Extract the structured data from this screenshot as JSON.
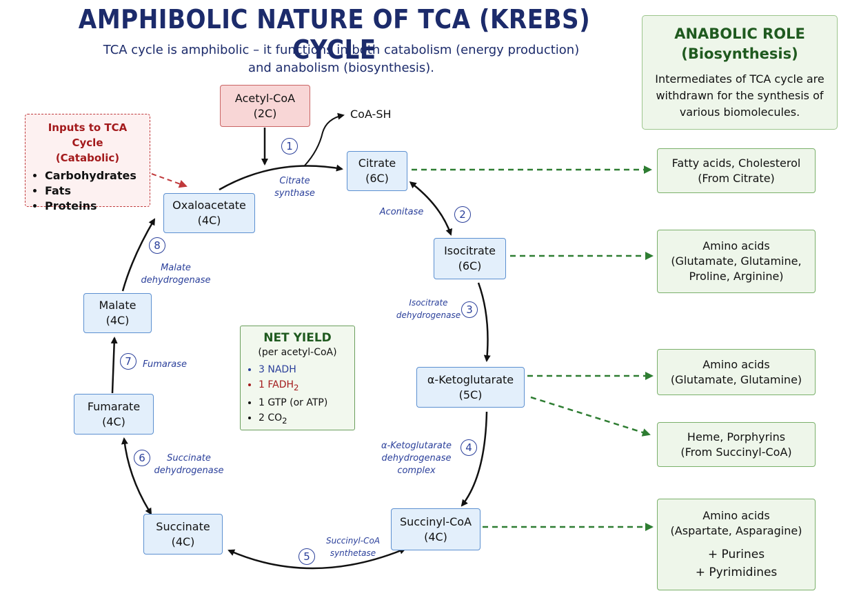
{
  "header": {
    "title": "AMPHIBOLIC NATURE OF TCA (KREBS) CYCLE",
    "subtitle_line1": "TCA cycle is amphibolic – it functions in both catabolism (energy production)",
    "subtitle_line2": "and anabolism (biosynthesis)."
  },
  "anabolic_role": {
    "title_line1": "ANABOLIC ROLE",
    "title_line2": "(Biosynthesis)",
    "text_line1": "Intermediates of TCA cycle are",
    "text_line2": "withdrawn for the synthesis of",
    "text_line3": "various biomolecules."
  },
  "inputs": {
    "title_line1": "Inputs to TCA Cycle",
    "title_line2": "(Catabolic)",
    "items": [
      "Carbohydrates",
      "Fats",
      "Proteins"
    ]
  },
  "acetyl_coa": {
    "name": "Acetyl-CoA",
    "carbons": "(2C)"
  },
  "coa_sh": "CoA-SH",
  "metabolites": {
    "citrate": {
      "name": "Citrate",
      "carbons": "(6C)"
    },
    "isocitrate": {
      "name": "Isocitrate",
      "carbons": "(6C)"
    },
    "akg": {
      "name": "α-Ketoglutarate",
      "carbons": "(5C)"
    },
    "succinyl_coa": {
      "name": "Succinyl-CoA",
      "carbons": "(4C)"
    },
    "succinate": {
      "name": "Succinate",
      "carbons": "(4C)"
    },
    "fumarate": {
      "name": "Fumarate",
      "carbons": "(4C)"
    },
    "malate": {
      "name": "Malate",
      "carbons": "(4C)"
    },
    "oxaloacetate": {
      "name": "Oxaloacetate",
      "carbons": "(4C)"
    }
  },
  "steps": [
    "1",
    "2",
    "3",
    "4",
    "5",
    "6",
    "7",
    "8"
  ],
  "enzymes": {
    "e1_line1": "Citrate",
    "e1_line2": "synthase",
    "e2": "Aconitase",
    "e3_line1": "Isocitrate",
    "e3_line2": "dehydrogenase",
    "e4_line1": "α-Ketoglutarate",
    "e4_line2": "dehydrogenase",
    "e4_line3": "complex",
    "e5_line1": "Succinyl-CoA",
    "e5_line2": "synthetase",
    "e6_line1": "Succinate",
    "e6_line2": "dehydrogenase",
    "e7": "Fumarase",
    "e8_line1": "Malate",
    "e8_line2": "dehydrogenase"
  },
  "net_yield": {
    "title": "NET YIELD",
    "subtitle": "(per acetyl-CoA)",
    "items": {
      "nadh": "3 NADH",
      "fadh2_prefix": "1 FADH",
      "fadh2_sub": "2",
      "gtp": "1 GTP (or ATP)",
      "co2_prefix": "2 CO",
      "co2_sub": "2"
    }
  },
  "products": {
    "p1_line1": "Fatty acids, Cholesterol",
    "p1_line2": "(From Citrate)",
    "p2_line1": "Amino acids",
    "p2_line2": "(Glutamate, Glutamine,",
    "p2_line3": "Proline, Arginine)",
    "p3_line1": "Amino acids",
    "p3_line2": "(Glutamate, Glutamine)",
    "p4_line1": "Heme, Porphyrins",
    "p4_line2": "(From Succinyl-CoA)",
    "p5_line1": "Amino acids",
    "p5_line2": "(Aspartate, Asparagine)",
    "p5_line3": "+ Purines",
    "p5_line4": "+ Pyrimidines"
  },
  "colors": {
    "title_blue": "#1c2b6b",
    "enzyme_blue": "#2a3f9a",
    "anabolic_green": "#1f5a1f",
    "dashed_green": "#2e7d32",
    "catabolic_red": "#a31a1c"
  }
}
